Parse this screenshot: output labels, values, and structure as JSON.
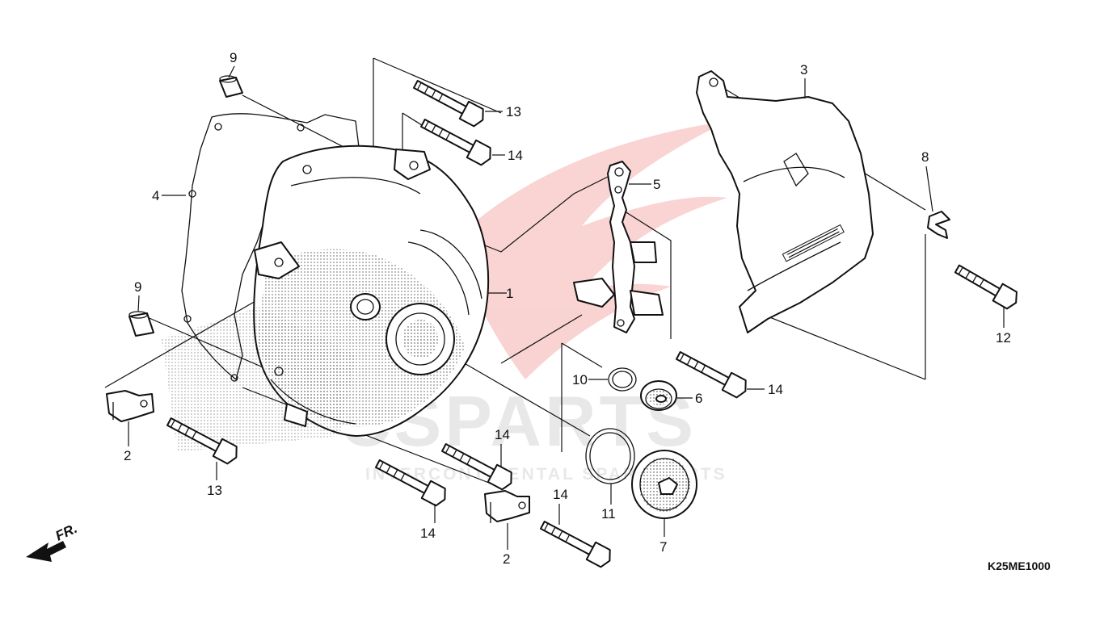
{
  "diagram": {
    "code": "K25ME1000",
    "direction": "FR.",
    "watermark": {
      "brand": "CSPARTS",
      "tagline": "INTERCONTINENTAL SPARE PARTS",
      "color": "#e33a35"
    },
    "callouts": {
      "p1": "1",
      "p2a": "2",
      "p2b": "2",
      "p3": "3",
      "p4": "4",
      "p5": "5",
      "p6": "6",
      "p7": "7",
      "p8": "8",
      "p9a": "9",
      "p9b": "9",
      "p10": "10",
      "p11": "11",
      "p12": "12",
      "p13a": "13",
      "p13b": "13",
      "p14a": "14",
      "p14b": "14",
      "p14c": "14",
      "p14d": "14",
      "p14e": "14"
    }
  }
}
